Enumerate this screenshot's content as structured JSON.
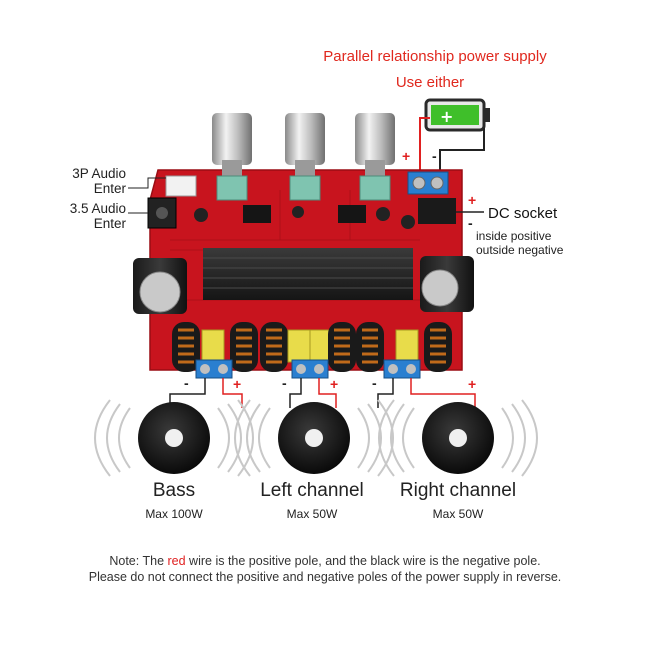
{
  "power_supply": {
    "title": "Parallel relationship power supply",
    "subtitle": "Use either",
    "plus": "+",
    "minus": "-"
  },
  "inputs": {
    "audio_3p_line1": "3P Audio",
    "audio_3p_line2": "Enter",
    "audio_35_line1": "3.5 Audio",
    "audio_35_line2": "Enter"
  },
  "dc": {
    "label": "DC socket",
    "note_line1": "inside positive",
    "note_line2": "outside negative",
    "plus": "+",
    "minus": "-"
  },
  "speakers": [
    {
      "name": "Bass",
      "max": "Max 100W"
    },
    {
      "name": "Left channel",
      "max": "Max 50W"
    },
    {
      "name": "Right channel",
      "max": "Max 50W"
    }
  ],
  "polarity": {
    "plus": "+",
    "minus": "-"
  },
  "note": {
    "prefix": "Note: The ",
    "red_word": "red",
    "rest": " wire is the positive pole, and the black wire is the negative pole.",
    "line2": "Please do not connect the positive and negative poles of the power supply in reverse."
  },
  "colors": {
    "accent_red": "#e0281e",
    "board_red": "#c8141e",
    "battery_green": "#3fbf2a",
    "terminal_blue": "#2a7fd0"
  }
}
